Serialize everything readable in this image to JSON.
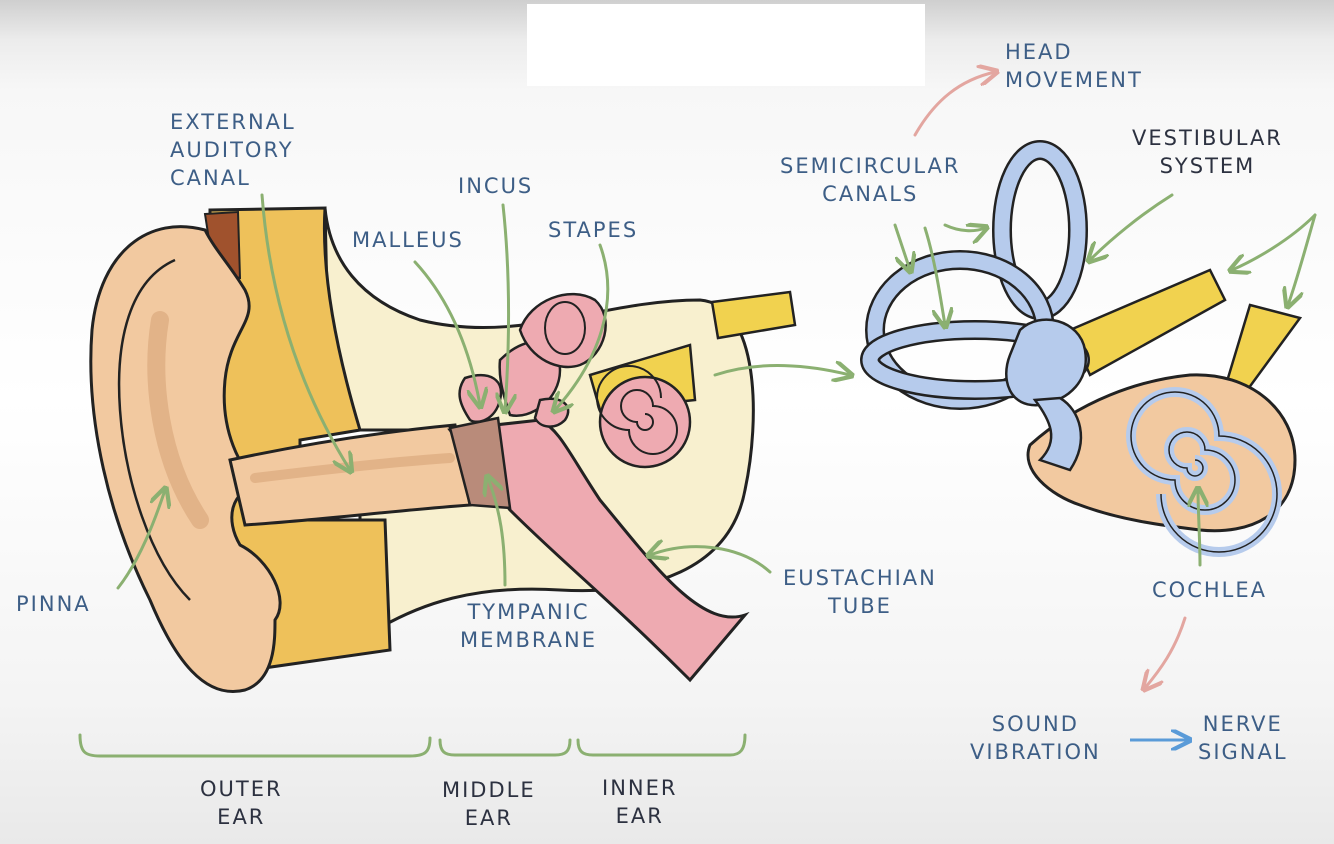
{
  "labels": {
    "external_auditory_canal": "EXTERNAL\nAUDITORY\nCANAL",
    "incus": "INCUS",
    "malleus": "MALLEUS",
    "stapes": "STAPES",
    "semicircular_canals": "SEMICIRCULAR\nCANALS",
    "head_movement": "HEAD\nMOVEMENT",
    "vestibular_system": "VESTIBULAR\nSYSTEM",
    "pinna": "PINNA",
    "eustachian_tube": "EUSTACHIAN\nTUBE",
    "tympanic_membrane": "TYMPANIC\nMEMBRANE",
    "cochlea": "COCHLEA",
    "sound_vibration": "SOUND\nVIBRATION",
    "nerve_signal": "NERVE\nSIGNAL",
    "outer_ear": "OUTER\nEAR",
    "middle_ear": "MIDDLE\nEAR",
    "inner_ear": "INNER\nEAR"
  },
  "colors": {
    "skin": "#f2c9a0",
    "canal_yellow": "#eec15a",
    "cream": "#f8f0cf",
    "ossicle_pink": "#eeaab1",
    "labyrinth_blue": "#b6cbec",
    "nerve_yellow": "#f1d24f",
    "pointer_green": "#8bb071",
    "pointer_pink": "#e3a6a0",
    "flow_blue": "#5a9bd8",
    "label_blue": "#3d5e86"
  },
  "icons": {
    "flow_arrow": "arrow-right-icon"
  }
}
